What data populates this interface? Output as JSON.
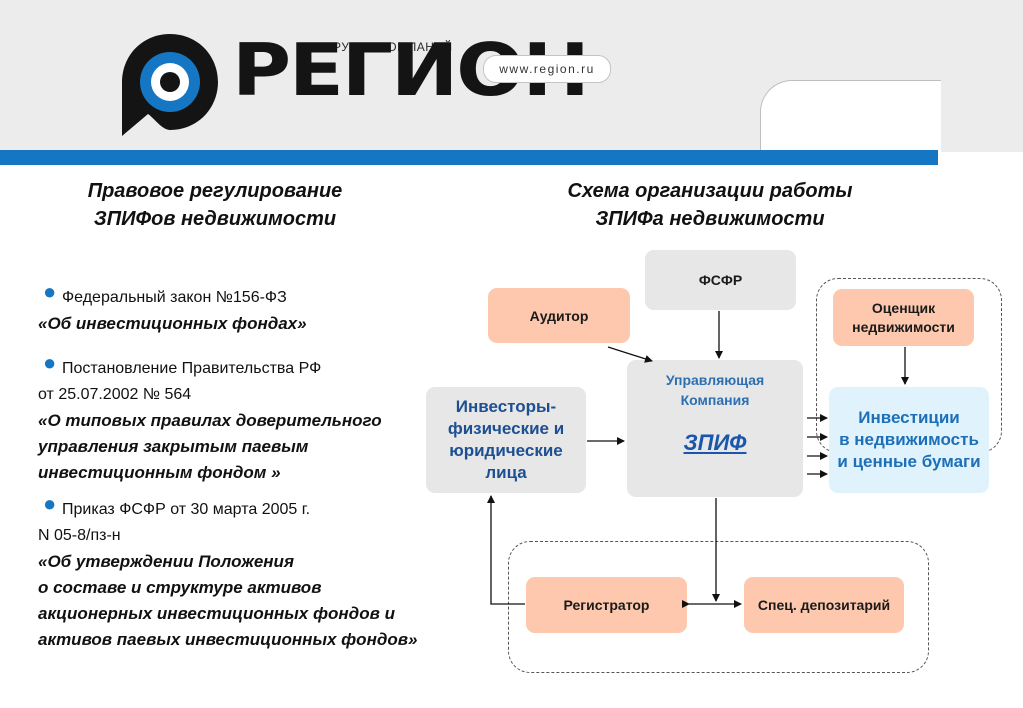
{
  "header": {
    "group_label": "ГРУППА КОМПАНИЙ",
    "brand": "РЕГИОН",
    "url": "www.region.ru",
    "colors": {
      "brand_blue": "#1577c4",
      "band_grey": "#ececec"
    }
  },
  "left": {
    "title_line1": "Правовое регулирование",
    "title_line2": "ЗПИФов недвижимости",
    "items": [
      {
        "head": "Федеральный закон №156-ФЗ",
        "lines": [
          "«Об инвестиционных фондах»"
        ]
      },
      {
        "head": "Постановление Правительства РФ",
        "sub": "от 25.07.2002 № 564",
        "lines": [
          "«О типовых правилах доверительного",
          "управления закрытым паевым",
          "инвестиционным фондом »"
        ]
      },
      {
        "head": "Приказ ФСФР от 30 марта 2005 г.",
        "sub": "N 05-8/пз-н",
        "lines": [
          "«Об утверждении Положения",
          "о составе и структуре активов",
          "акционерных инвестиционных фондов и",
          "активов паевых инвестиционных фондов»"
        ]
      }
    ]
  },
  "right": {
    "title_line1": "Схема организации работы",
    "title_line2": "ЗПИФа недвижимости",
    "nodes": {
      "fsfr": "ФСФР",
      "auditor": "Аудитор",
      "valuer_line1": "Оценщик",
      "valuer_line2": "недвижимости",
      "investors_line1": "Инвесторы-",
      "investors_line2": "физические и",
      "investors_line3": "юридические",
      "investors_line4": "лица",
      "uk_line1": "Управляющая",
      "uk_line2": "Компания",
      "zpif": "ЗПИФ",
      "invest_line1": "Инвестиции",
      "invest_line2": "в недвижимость",
      "invest_line3": "и ценные бумаги",
      "registrar": "Регистратор",
      "depository": "Спец. депозитарий"
    },
    "colors": {
      "peach": "#fdc8ad",
      "grey": "#e7e7e7",
      "light_blue": "#e0f3fc",
      "node_text_blue": "#1d4f93"
    }
  }
}
